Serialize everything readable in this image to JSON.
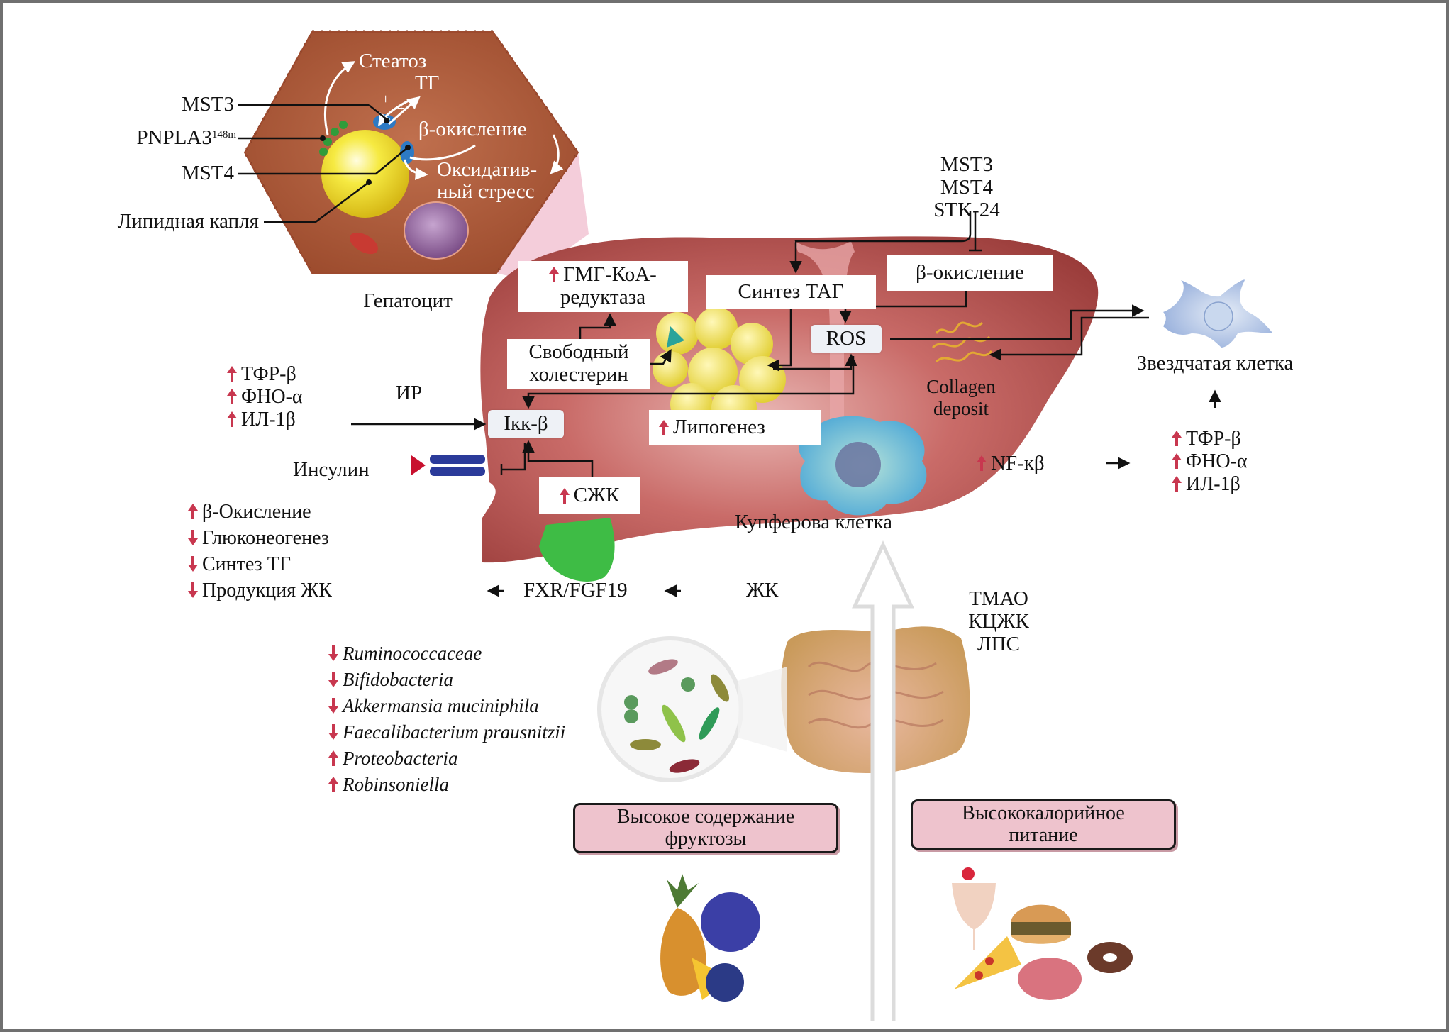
{
  "hepatocyte": {
    "label": "Гепатоцит",
    "callouts": [
      {
        "id": "mst3",
        "label": "MST3"
      },
      {
        "id": "pnpla3",
        "label": "PNPLA3",
        "superscript": "148m"
      },
      {
        "id": "mst4",
        "label": "MST4"
      },
      {
        "id": "lipid-droplet",
        "label": "Липидная капля"
      }
    ],
    "inner_labels": {
      "steatosis": "Стеатоз",
      "tg": "ТГ",
      "plus": "+",
      "beta_oxidation": "β-окисление",
      "oxidative_stress_1": "Оксидатив-",
      "oxidative_stress_2": "ный стресс"
    }
  },
  "kinases": {
    "lines": [
      "MST3",
      "MST4",
      "STK-24"
    ]
  },
  "liver_boxes": {
    "hmg_coa_1": "ГМГ-КоА-",
    "hmg_coa_2": "редуктаза",
    "tag_synthesis": "Синтез ТАГ",
    "beta_oxidation": "β-окисление",
    "ros": "ROS",
    "free_cholesterol_1": "Свободный",
    "free_cholesterol_2": "холестерин",
    "ikk_beta": "Iкк-β",
    "lipogenesis": "Липогенез",
    "ffa": "СЖК"
  },
  "labels": {
    "collagen_1": "Collagen",
    "collagen_2": "deposit",
    "stellate_cell": "Звездчатая клетка",
    "kupffer_cell": "Купферова клетка",
    "ir": "ИР",
    "insulin": "Инсулин",
    "nf_kb": "NF-кβ",
    "fxr": "FXR/FGF19",
    "bile_acids": "ЖК"
  },
  "cytokines_left": [
    {
      "dir": "up",
      "label": "ТФР-β"
    },
    {
      "dir": "up",
      "label": "ФНО-α"
    },
    {
      "dir": "up",
      "label": "ИЛ-1β"
    }
  ],
  "cytokines_right": [
    {
      "dir": "up",
      "label": "ТФР-β"
    },
    {
      "dir": "up",
      "label": "ФНО-α"
    },
    {
      "dir": "up",
      "label": "ИЛ-1β"
    }
  ],
  "fxr_effects": [
    {
      "dir": "up",
      "label": "β-Окисление"
    },
    {
      "dir": "down",
      "label": "Глюконеогенез"
    },
    {
      "dir": "down",
      "label": "Синтез ТГ"
    },
    {
      "dir": "down",
      "label": "Продукция ЖК"
    }
  ],
  "metabolites": [
    "ТМАО",
    "КЦЖК",
    "ЛПС"
  ],
  "microbiota": [
    {
      "dir": "down",
      "label": "Ruminococcaceae"
    },
    {
      "dir": "down",
      "label": "Bifidobacteria"
    },
    {
      "dir": "down",
      "label": "Akkermansia muciniphila"
    },
    {
      "dir": "down",
      "label": "Faecalibacterium prausnitzii"
    },
    {
      "dir": "up",
      "label": "Proteobacteria"
    },
    {
      "dir": "up",
      "label": "Robinsoniella"
    }
  ],
  "diet": {
    "fructose_1": "Высокое содержание",
    "fructose_2": "фруктозы",
    "high_calorie_1": "Высококалорийное",
    "high_calorie_2": "питание"
  },
  "colors": {
    "up_arrow": "#c8374f",
    "liver": "#b9504e",
    "hepatocyte": "#a8502f",
    "lipid": "#f4e640",
    "stellate": "#a9bde0",
    "kupffer": "#7fc7e0",
    "diet_box": "#eec3cd",
    "frame": "#707070"
  }
}
